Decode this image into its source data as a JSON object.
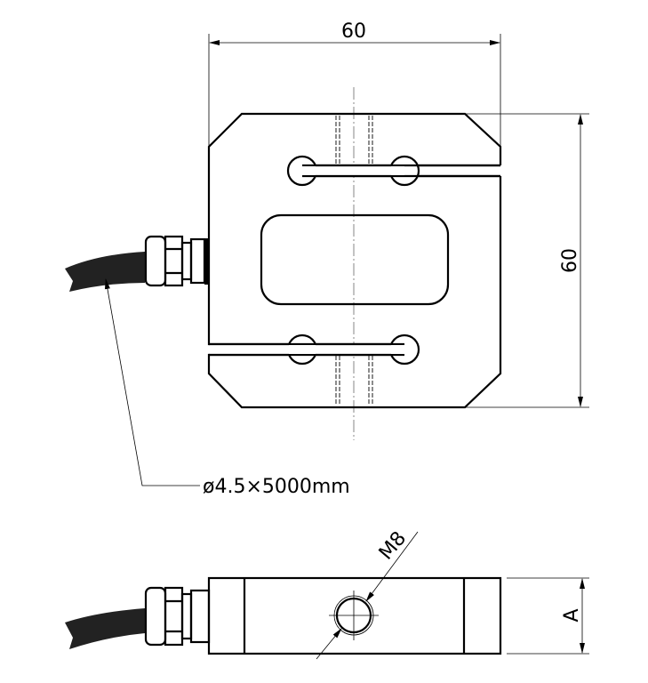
{
  "dimensions": {
    "width_top": "60",
    "height_right": "60",
    "cable": "ø4.5×5000mm",
    "thread": "M8",
    "thickness": "A"
  },
  "colors": {
    "line": "#000000",
    "background": "#ffffff"
  }
}
